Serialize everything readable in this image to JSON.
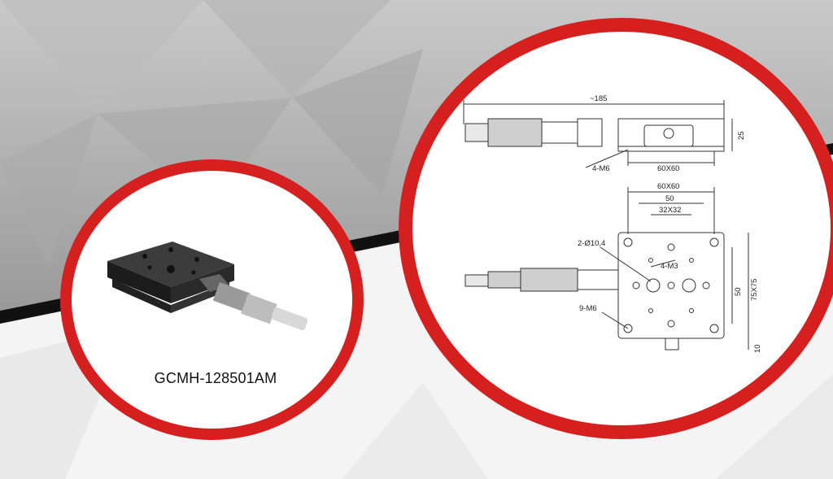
{
  "product": {
    "model": "GCMH-128501AM"
  },
  "drawing": {
    "overall_length": "~185",
    "height": "25",
    "side_hole_callout": "4-M6",
    "side_width": "60X60",
    "top_width": "60X60",
    "top_pitch_50": "50",
    "top_pitch_32": "32X32",
    "hole_callout_dia": "2-Ø10,4",
    "hole_callout_m3": "4-M3",
    "hole_callout_m6": "9-M6",
    "vertical_50": "50",
    "vertical_75": "75X75",
    "vertical_10": "10"
  },
  "colors": {
    "accent_red": "#d61f1f",
    "upper_grey": "#9e9e9e",
    "band_black": "#111111"
  }
}
